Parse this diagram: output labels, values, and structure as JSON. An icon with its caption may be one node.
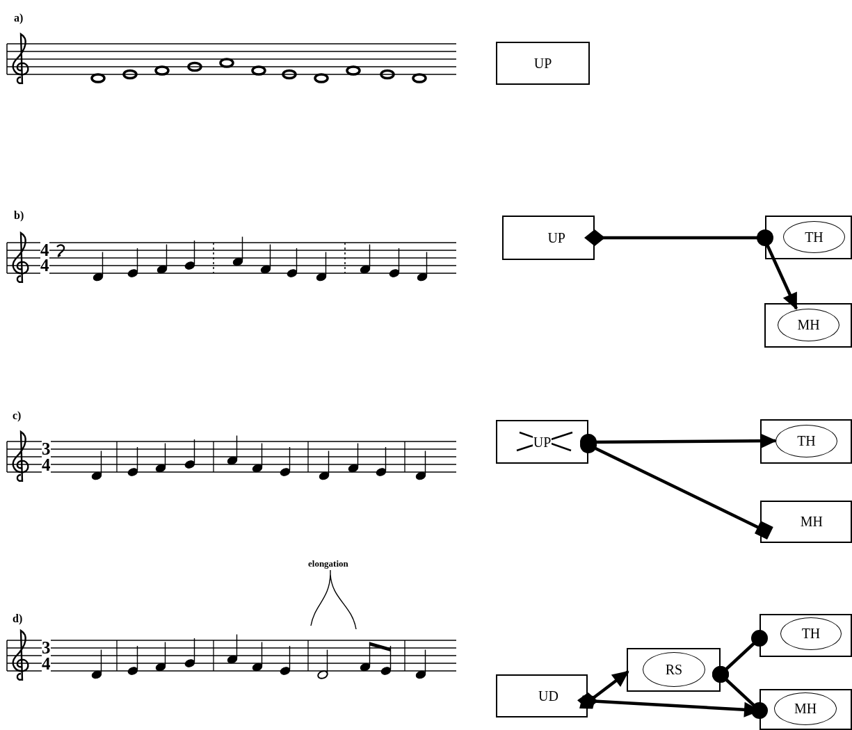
{
  "diagram": {
    "nodes": [
      {
        "text": [
          "UP"
        ]
      },
      {
        "text": [
          "UP"
        ]
      },
      {
        "text": [],
        "shape": "box"
      },
      {
        "text": [
          "TH"
        ],
        "in": 2
      },
      {
        "text": [],
        "shape": "box"
      },
      {
        "text": [
          "MH"
        ],
        "in": 4
      },
      {
        "text": [
          "UP"
        ]
      },
      {
        "text": [],
        "shape": "box"
      },
      {
        "text": [
          "TH"
        ],
        "in": 7
      },
      {
        "text": [
          "MH"
        ]
      },
      {
        "text": [
          "UD"
        ]
      },
      {
        "text": [],
        "shape": "box"
      },
      {
        "text": [
          "RS"
        ],
        "in": 11
      },
      {
        "text": [],
        "shape": "box"
      },
      {
        "text": [
          "TH"
        ],
        "in": 13
      },
      {
        "text": [],
        "shape": "box"
      },
      {
        "text": [
          "MH"
        ],
        "in": 15
      }
    ],
    "edges": [
      {
        "from": 1,
        "to": 2,
        "arrow": "other"
      },
      {
        "from": 2,
        "to": 5,
        "arrow": "to"
      },
      {
        "from": 6,
        "to": 8,
        "arrow": "to"
      },
      {
        "from": 6,
        "to": 9,
        "arrow": "other"
      },
      {
        "from": 10,
        "to": 11,
        "arrow": "to"
      },
      {
        "from": 10,
        "to": 15,
        "arrow": "to"
      },
      {
        "from": 11,
        "to": 13,
        "arrow": "other"
      },
      {
        "from": 11,
        "to": 15,
        "arrow": "other"
      }
    ],
    "labels": [
      "a)",
      "b)",
      "4",
      "4",
      "c)",
      "3",
      "4",
      "elongation",
      "d)",
      "3",
      "4"
    ]
  }
}
